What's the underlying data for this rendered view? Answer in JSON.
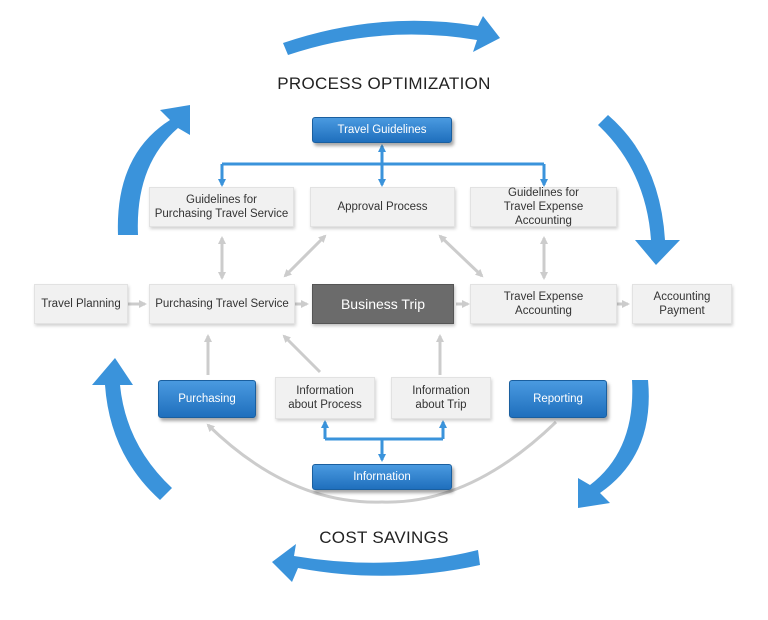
{
  "headings": {
    "top": "PROCESS OPTIMIZATION",
    "bottom": "COST SAVINGS"
  },
  "nodes": {
    "travel_guidelines": "Travel Guidelines",
    "guidelines_purchasing": "Guidelines for\nPurchasing Travel Service",
    "approval_process": "Approval Process",
    "guidelines_expense": "Guidelines for\nTravel Expense Accounting",
    "travel_planning": "Travel Planning",
    "purchasing_travel_service": "Purchasing Travel Service",
    "business_trip": "Business Trip",
    "travel_expense_accounting": "Travel Expense Accounting",
    "accounting_payment": "Accounting\nPayment",
    "purchasing": "Purchasing",
    "info_process": "Information\nabout Process",
    "info_trip": "Information\nabout Trip",
    "reporting": "Reporting",
    "information": "Information"
  },
  "colors": {
    "cycle_arrow": "#3a93db",
    "connector_blue": "#3a93db",
    "connector_grey": "#cccccc",
    "box_blue": "#2a7fce",
    "box_dark": "#6b6b6b",
    "box_grey": "#f1f1f1"
  }
}
